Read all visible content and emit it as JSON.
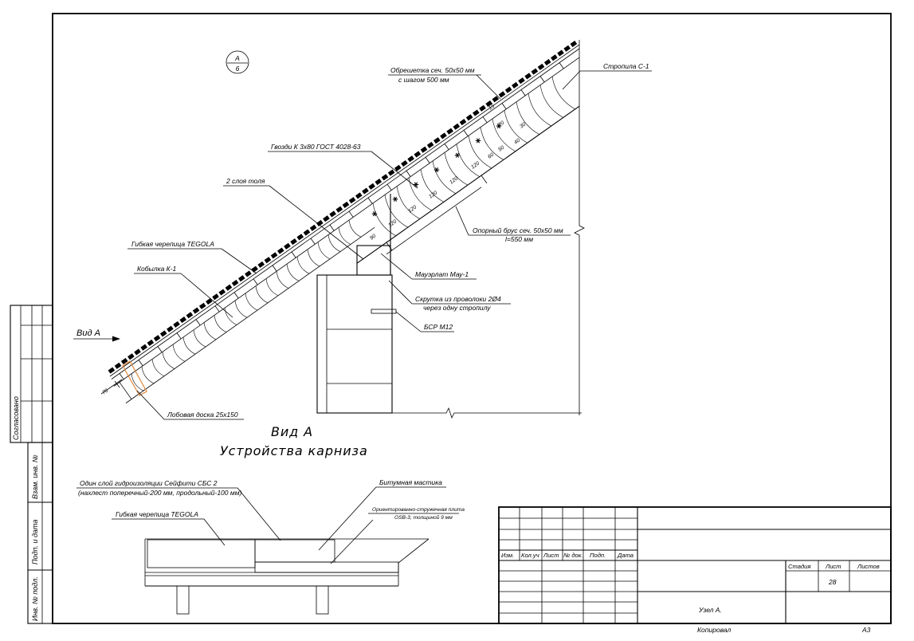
{
  "sheet": {
    "copied_by_label": "Копировал",
    "format": "А3"
  },
  "side_stamp": {
    "agreed": "Согласовано",
    "replaced_inv": "Взам. инв. №",
    "sign_date": "Подп. и дата",
    "orig_inv": "Инв. № подл."
  },
  "section_marker": {
    "letter": "А",
    "sheet": "6"
  },
  "main_view": {
    "battens": {
      "line1": "Обрешетка сеч. 50х50 мм",
      "line2": "с шагом 500 мм"
    },
    "rafter": "Стропила С-1",
    "nails": "Гвозди К 3х80 ГОСТ 4028-63",
    "tar_paper": "2 слоя толя",
    "shingles": "Гибкая черепица TEGOLA",
    "kobylka": "Кобылка К-1",
    "support_beam": {
      "line1": "Опорный брус сеч. 50х50 мм",
      "line2": "l=550 мм"
    },
    "mauerlat": "Мауэрлат Мау-1",
    "wire_twist": {
      "line1": "Скрутка из проволоки 2Ø4",
      "line2": "через одну стропилу"
    },
    "anchor": "БСР М12",
    "view_arrow": "Вид А",
    "fascia": "Лобовая доска 25х150",
    "eave_dim": "70",
    "slope_dims": [
      "90",
      "120",
      "120",
      "120",
      "120",
      "120",
      "60",
      "50",
      "40",
      "30",
      "20",
      "15"
    ]
  },
  "caption": {
    "title": "Вид А",
    "subtitle": "Устройства карниза"
  },
  "detail_view": {
    "waterproofing": {
      "line1": "Один слой гидроизоляции Сейфити СБС 2",
      "line2": "(нахлест поперечный-200 мм, продольный-100 мм)"
    },
    "mastic": "Битумная мастика",
    "shingles": "Гибкая черепица TEGOLA",
    "osb": {
      "line1": "Ориентированно-стружечная плита",
      "line2": "OSB-3, толщиной 9 мм"
    }
  },
  "title_block": {
    "columns": [
      "Изм.",
      "Кол.уч",
      "Лист",
      "№ док.",
      "Подп.",
      "Дата"
    ],
    "stage_label": "Стадия",
    "sheet_label": "Лист",
    "sheets_label": "Листов",
    "sheet_number": "28",
    "drawing_name": "Узел А."
  }
}
